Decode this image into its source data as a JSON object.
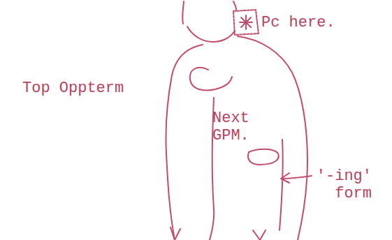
{
  "diagram": {
    "labels": [
      "Pc here.",
      "Top Oppterm",
      "Next GPM.",
      "'-ing' form"
    ]
  }
}
